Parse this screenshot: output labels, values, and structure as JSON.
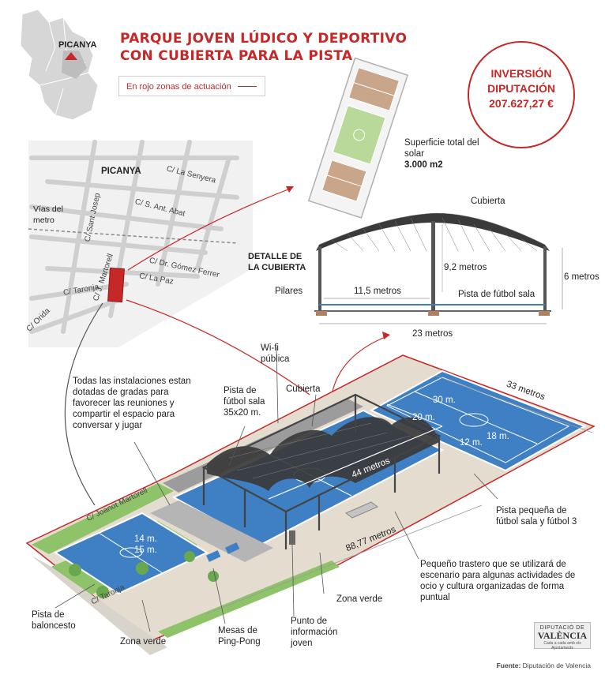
{
  "header": {
    "title_line1": "PARQUE JOVEN LÚDICO Y DEPORTIVO",
    "title_line2": "CON CUBIERTA PARA LA PISTA",
    "legend_label": "En rojo zonas de actuación"
  },
  "budget": {
    "line1": "INVERSIÓN",
    "line2": "DIPUTACIÓN",
    "amount": "207.627,27 €"
  },
  "locator_map": {
    "town": "PICANYA"
  },
  "street_map": {
    "town": "PICANYA",
    "streets": [
      "C/ La Senyera",
      "C/ S. Ant. Abat",
      "C/ Sant Josep",
      "C/ Dr. Gómez Ferrer",
      "C/ La Paz",
      "C/ J. Martorell",
      "C/ Taronja",
      "C/ Orida"
    ],
    "metro_label": "Vías del metro"
  },
  "site": {
    "surface_label": "Superficie total del solar",
    "surface_value": "3.000 m2"
  },
  "roof_detail": {
    "title": "DETALLE DE LA CUBIERTA",
    "roof_label": "Cubierta",
    "height_inner": "9,2 metros",
    "height_outer": "6 metros",
    "pillars_label": "Pilares",
    "span_half": "11,5 metros",
    "court_label": "Pista de fútbol sala",
    "span_total": "23 metros"
  },
  "main": {
    "wifi": "Wi-fi pública",
    "note": "Todas las instalaciones estan dotadas de gradas para favorecer las reuniones y compartir el espacio para conversar y jugar",
    "futsal": "Pista de fútbol sala 35x20 m.",
    "roof": "Cubierta",
    "dim_33": "33 metros",
    "dim_30": "30 m.",
    "dim_20": "20 m.",
    "dim_18": "18 m.",
    "dim_12": "12 m.",
    "dim_44": "44 metros",
    "dim_14": "14 m.",
    "dim_15": "15 m.",
    "dim_8877": "88,77 metros",
    "street_martorell": "C/ Joanot Martorell",
    "street_taronja": "C/ Taronja",
    "small_court": "Pista pequeña de fútbol sala y fútbol 3",
    "storage": "Pequeño trastero que se utilizará de escenario para algunas actividades de ocio y cultura organizadas de forma puntual",
    "basketball": "Pista de baloncesto",
    "green1": "Zona verde",
    "green2": "Zona verde",
    "pingpong": "Mesas de Ping-Pong",
    "info_point": "Punto de información joven"
  },
  "footer": {
    "logo_line1": "DIPUTACIÓ DE",
    "logo_line2": "VALÈNCIA",
    "logo_line3": "Cada a cada amb els Ajuntaments",
    "source_label": "Fuente:",
    "source_value": "Diputación de Valencia"
  },
  "colors": {
    "accent": "#c62828",
    "court_blue": "#3f7fc4",
    "green": "#8fc36a",
    "roof": "#2b2b2b"
  }
}
